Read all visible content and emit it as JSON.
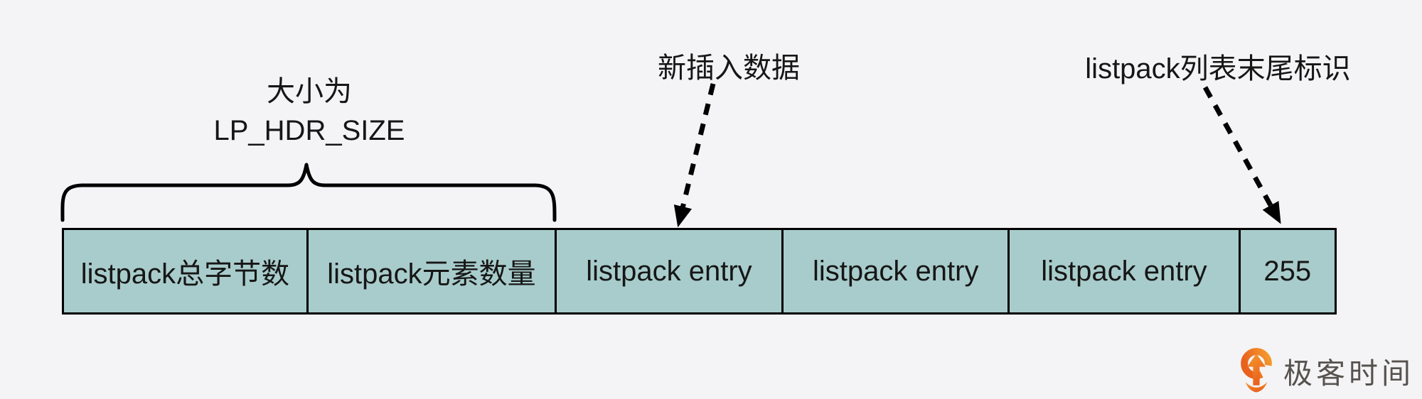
{
  "page": {
    "background_color": "#f4f4f6",
    "text_color": "#161616"
  },
  "annotations": {
    "size_label": {
      "line1": "大小为",
      "line2": "LP_HDR_SIZE"
    },
    "new_data_label": "新插入数据",
    "end_marker_label": "listpack列表末尾标识"
  },
  "listpack_row": {
    "fill_color": "#a8cccb",
    "border_color": "#000000",
    "cells": [
      {
        "label": "listpack总字节数"
      },
      {
        "label": "listpack元素数量"
      },
      {
        "label": "listpack entry"
      },
      {
        "label": "listpack entry"
      },
      {
        "label": "listpack entry"
      },
      {
        "label": "255"
      }
    ]
  },
  "branding": {
    "logo_text": "极客时间",
    "logo_text_color": "#56524e",
    "logo_orange_top": "#f59b2e",
    "logo_orange_bottom": "#e9611c"
  }
}
